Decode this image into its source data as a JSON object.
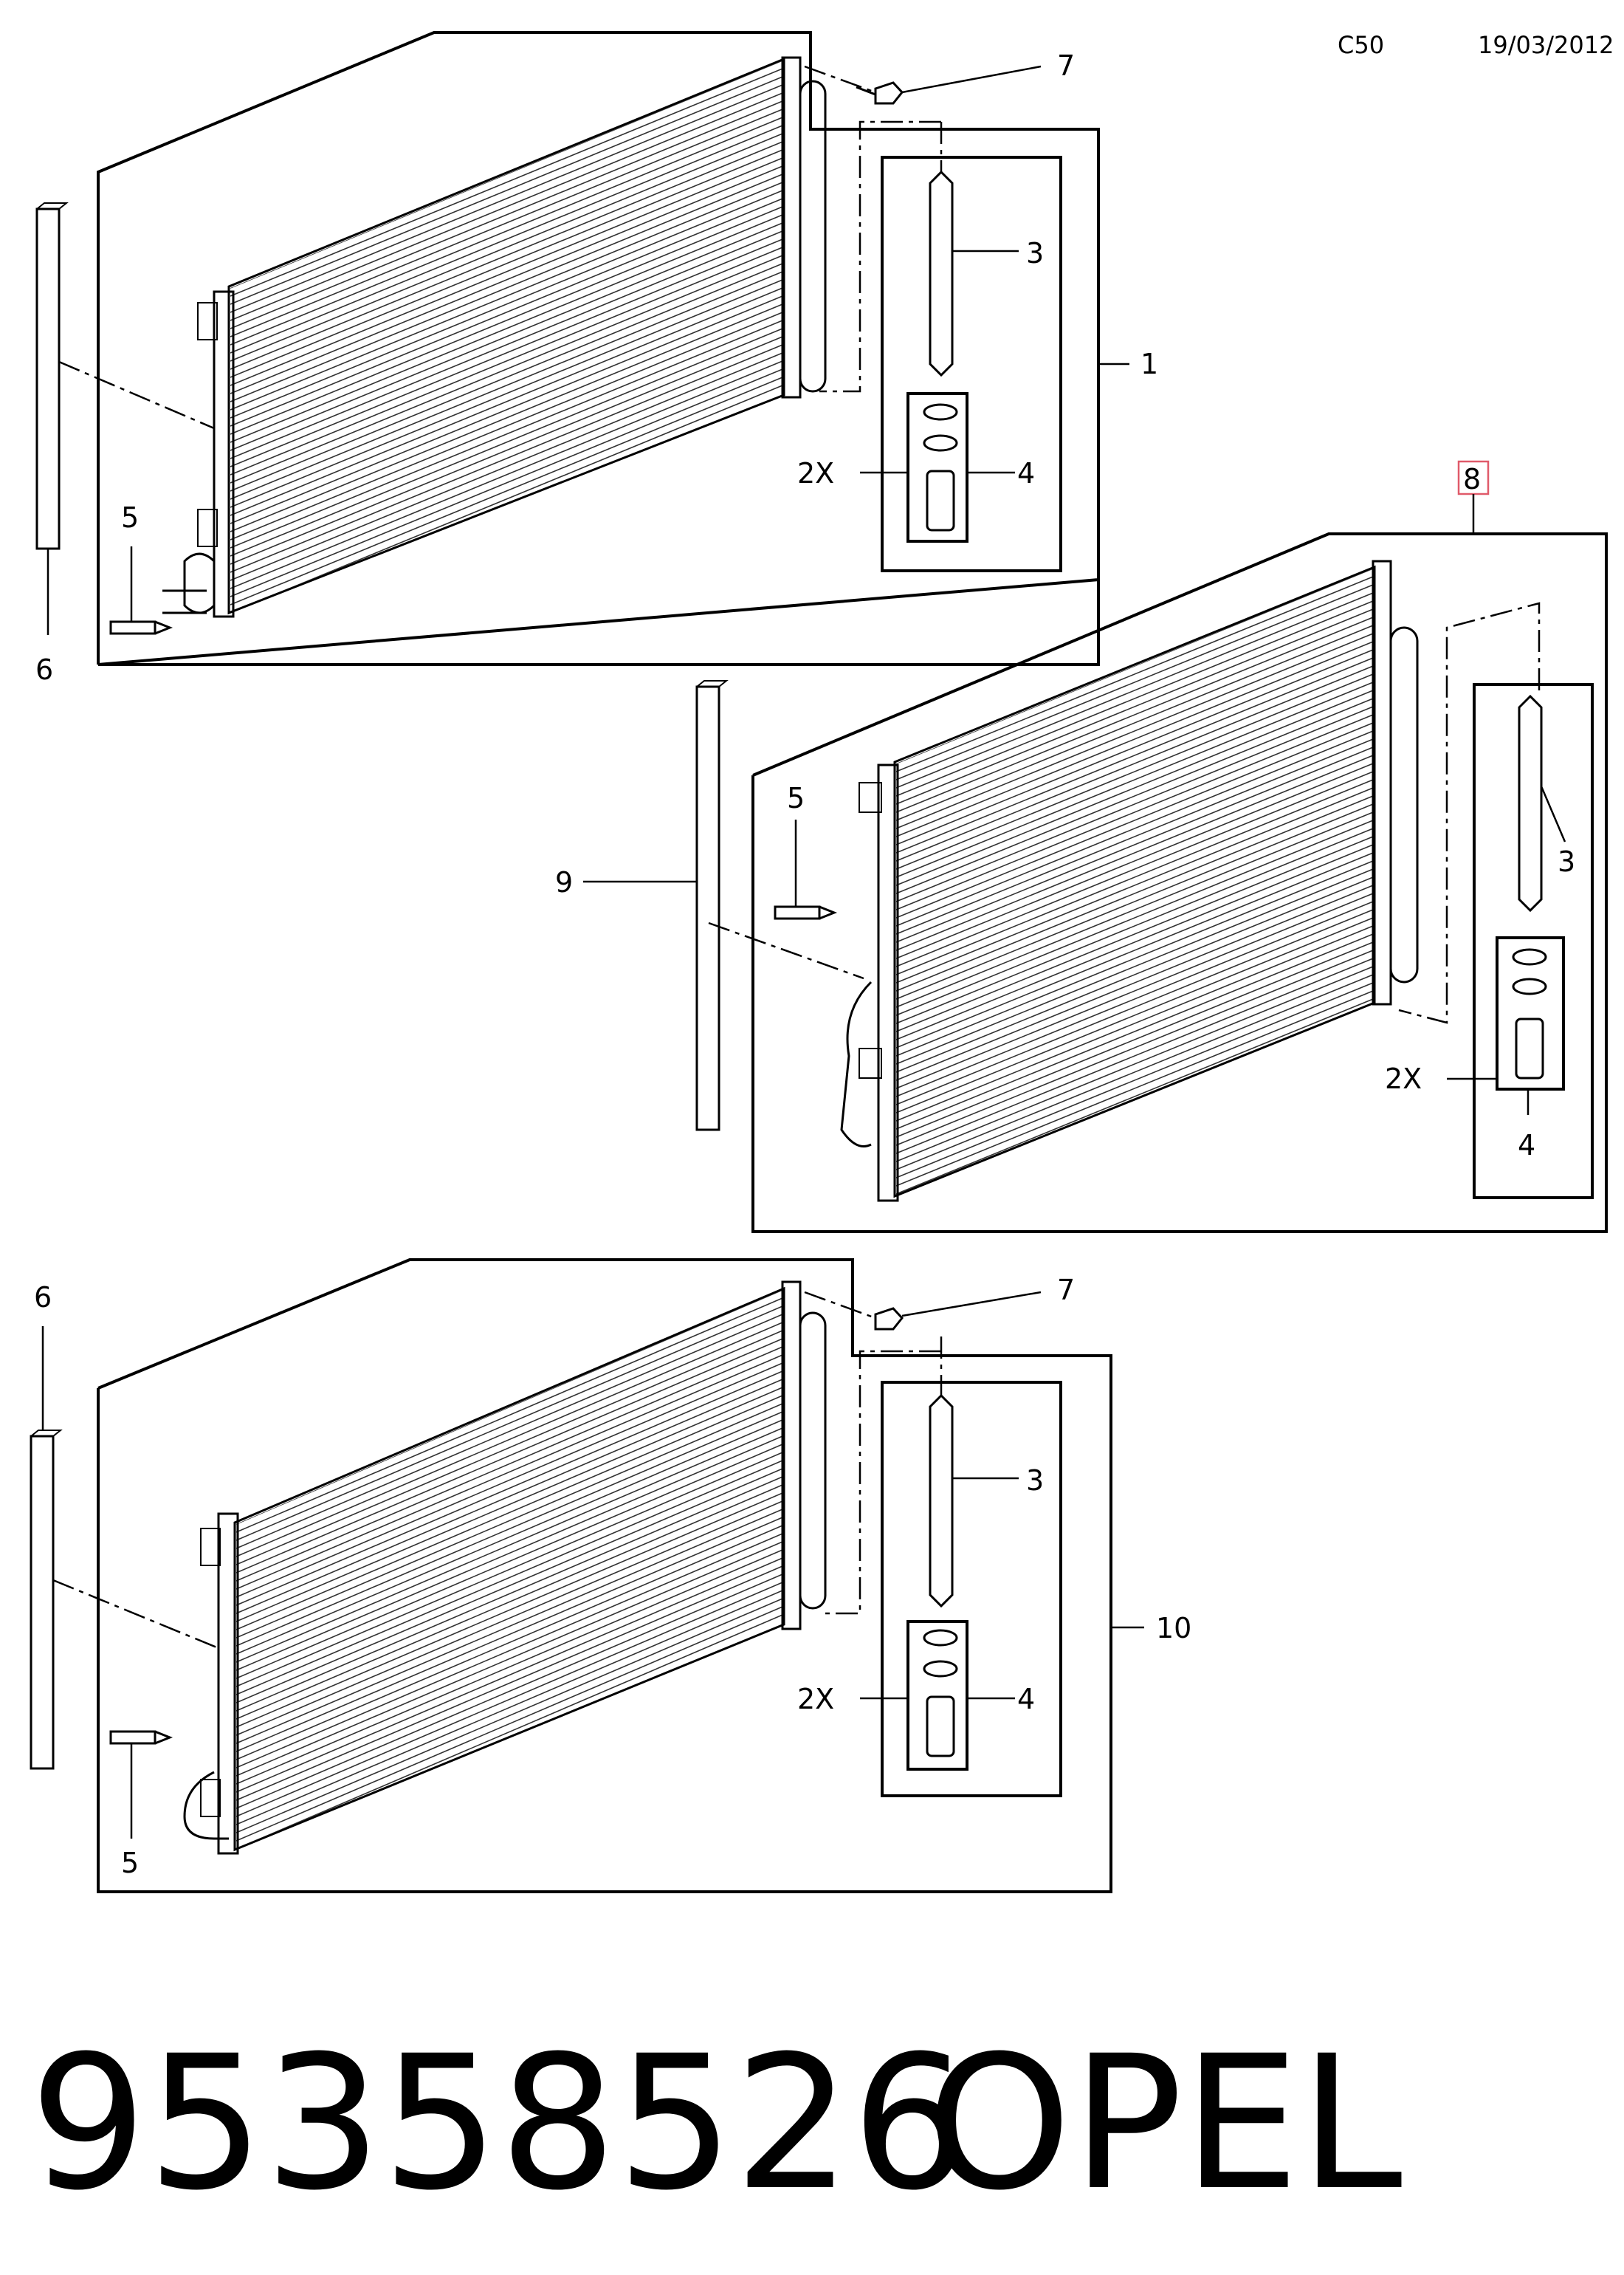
{
  "header": {
    "code": "C50",
    "date": "19/03/2012"
  },
  "footer": {
    "part_number": "95358526",
    "brand": "OPEL"
  },
  "callouts": {
    "top": {
      "c7": "7",
      "c3": "3",
      "c1": "1",
      "c2x": "2X",
      "c4": "4",
      "c5": "5",
      "c6": "6"
    },
    "middle": {
      "c8": "8",
      "c5": "5",
      "c9": "9",
      "c3": "3",
      "c2x": "2X",
      "c4": "4"
    },
    "bottom": {
      "c6": "6",
      "c7": "7",
      "c3": "3",
      "c10": "10",
      "c2x": "2X",
      "c4": "4",
      "c5": "5"
    }
  },
  "colors": {
    "highlight_box": "#e05a6a"
  }
}
